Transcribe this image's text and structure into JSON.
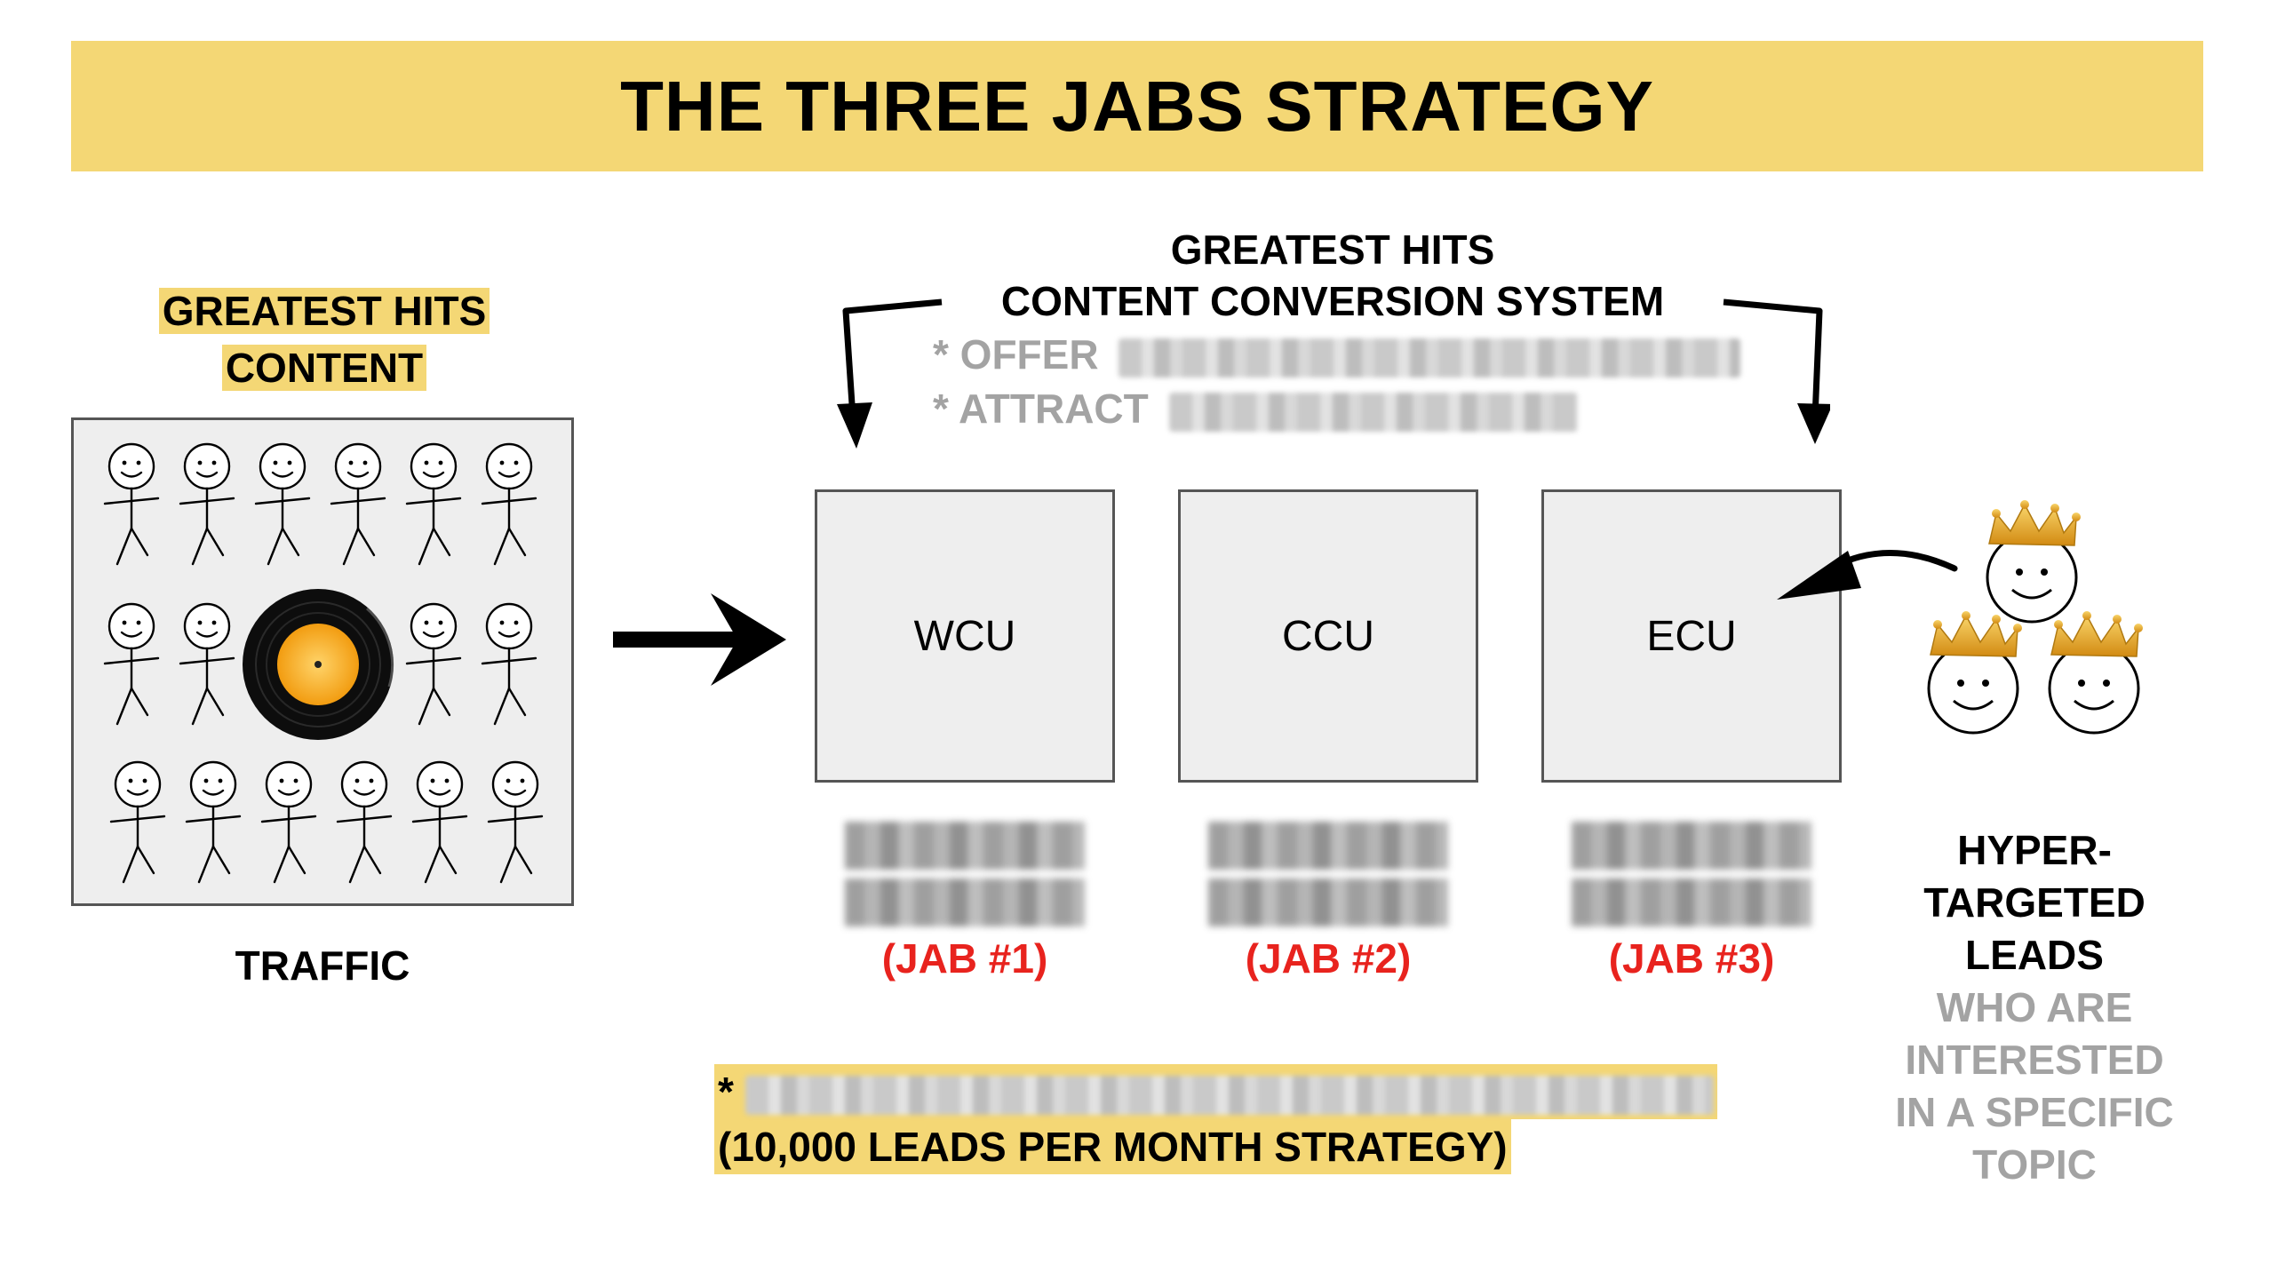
{
  "title": "THE THREE JABS STRATEGY",
  "left": {
    "content_label_line1": "GREATEST HITS",
    "content_label_line2": "CONTENT",
    "traffic_label": "TRAFFIC"
  },
  "system": {
    "title_line1": "GREATEST HITS",
    "title_line2": "CONTENT CONVERSION SYSTEM",
    "bullet1_prefix": "* OFFER",
    "bullet2_prefix": "* ATTRACT"
  },
  "units": [
    {
      "label": "WCU",
      "jab": "(JAB #1)"
    },
    {
      "label": "CCU",
      "jab": "(JAB #2)"
    },
    {
      "label": "ECU",
      "jab": "(JAB #3)"
    }
  ],
  "leads": {
    "line1": "HYPER-",
    "line2": "TARGETED",
    "line3": "LEADS",
    "grey1": "WHO ARE",
    "grey2": "INTERESTED",
    "grey3": "IN A SPECIFIC",
    "grey4": "TOPIC"
  },
  "footnote": {
    "prefix": "*",
    "line2": "(10,000 LEADS PER MONTH STRATEGY)"
  },
  "colors": {
    "highlight": "#f4d775",
    "jab_red": "#e8231e",
    "muted_grey": "#a3a3a3",
    "box_fill": "#eeeeee",
    "record_gold": "#f6b21a"
  }
}
